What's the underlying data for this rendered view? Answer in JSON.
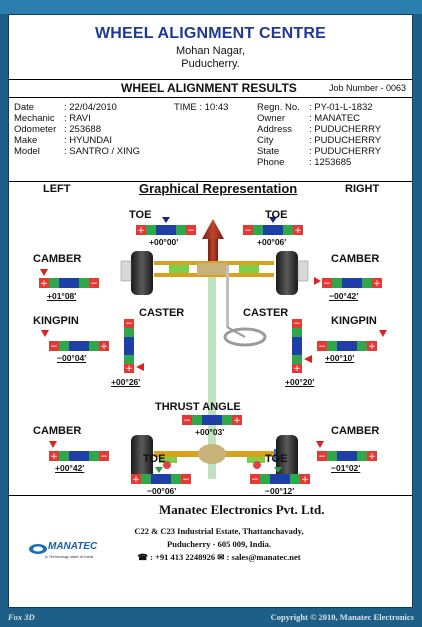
{
  "header": {
    "title": "WHEEL ALIGNMENT CENTRE",
    "location_line1": "Mohan Nagar,",
    "location_line2": "Puducherry."
  },
  "results_bar": {
    "title": "WHEEL ALIGNMENT RESULTS",
    "job_number": "Job Number - 0063"
  },
  "info": {
    "date_label": "Date",
    "date": ": 22/04/2010",
    "time": "TIME : 10:43",
    "mechanic_label": "Mechanic",
    "mechanic": ": RAVI",
    "odometer_label": "Odometer",
    "odometer": ": 253688",
    "make_label": "Make",
    "make": ": HYUNDAI",
    "model_label": "Model",
    "model": ": SANTRO / XING",
    "regn_label": "Regn. No.",
    "regn": ": PY-01-L-1832",
    "owner_label": "Owner",
    "owner": ": MANATEC",
    "address_label": "Address",
    "address": ": PUDUCHERRY",
    "city_label": "City",
    "city": ": PUDUCHERRY",
    "state_label": "State",
    "state": ": PUDUCHERRY",
    "phone_label": "Phone",
    "phone": ": 1253685"
  },
  "graph": {
    "left": "LEFT",
    "right": "RIGHT",
    "title": "Graphical Representation",
    "front_left_toe_label": "TOE",
    "front_left_toe": "+00°00'",
    "front_right_toe_label": "TOE",
    "front_right_toe": "+00°06'",
    "front_left_camber_label": "CAMBER",
    "front_left_camber": "+01°08'",
    "front_right_camber_label": "CAMBER",
    "front_right_camber": "−00°42'",
    "left_kingpin_label": "KINGPIN",
    "left_kingpin": "−00°04'",
    "right_kingpin_label": "KINGPIN",
    "right_kingpin": "+00°10'",
    "left_caster_label": "CASTER",
    "left_caster": "+00°26'",
    "right_caster_label": "CASTER",
    "right_caster": "+00°20'",
    "thrust_label": "THRUST ANGLE",
    "thrust": "+00°03'",
    "rear_left_camber_label": "CAMBER",
    "rear_left_camber": "+00°42'",
    "rear_right_camber_label": "CAMBER",
    "rear_right_camber": "−01°02'",
    "rear_left_toe_label": "TOE",
    "rear_left_toe": "−00°06'",
    "rear_right_toe_label": "TOE",
    "rear_right_toe": "−00°12'"
  },
  "footer": {
    "company": "Manatec Electronics Pvt. Ltd.",
    "address1": "C22 & C23 Industrial Estate, Thattanchavady,",
    "address2": "Puducherry - 605 009,   India.",
    "contact": "☎ : +91 413 2248926   ✉ : sales@manatec.net",
    "logo_text": "MANATEC",
    "logo_tagline": "A Technology state of mind"
  },
  "bottom": {
    "product": "Fox 3D",
    "copyright": "Copyright © 2010, Manatec Electronics"
  },
  "colors": {
    "title_blue": "#1f3a93",
    "frame": "#1d5f86",
    "red": "#e53935",
    "blue": "#1e3fa8",
    "green": "#2fa84a",
    "pointer_red": "#e02020",
    "pointer_blue": "#1a237e",
    "pointer_green": "#2e9e3a"
  }
}
